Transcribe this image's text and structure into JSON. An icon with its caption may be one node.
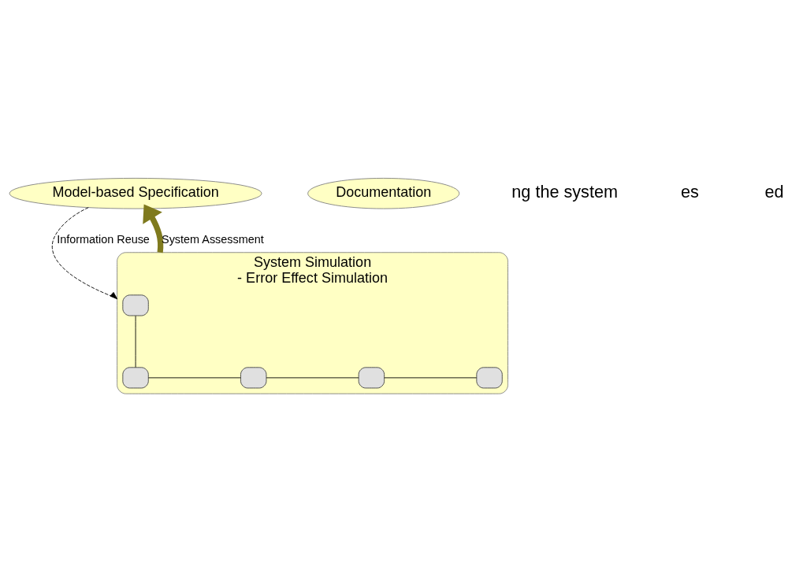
{
  "diagram": {
    "nodes": [
      {
        "text": [
          "Model-based Specification"
        ]
      },
      {
        "text": [
          "Documentation"
        ]
      },
      {
        "text": [
          "System Simulation",
          "- Error Effect Simulation"
        ]
      },
      {
        "text": [],
        "shape": "box",
        "in": 2
      },
      {
        "text": [],
        "shape": "box",
        "in": 2
      },
      {
        "text": [],
        "shape": "box",
        "in": 2
      },
      {
        "text": [],
        "shape": "box",
        "in": 2
      },
      {
        "text": [],
        "shape": "box",
        "in": 2
      }
    ],
    "edges": [
      {
        "from": 0,
        "to": 2,
        "arrow": "to",
        "label": "Information Reuse",
        "style": "dashed"
      },
      {
        "from": 2,
        "to": 0,
        "arrow": "to",
        "label": "System Assessment",
        "style": "thick",
        "color": "#7f7a1e"
      },
      {
        "from": 3,
        "to": 4,
        "arrow": "none"
      },
      {
        "from": 4,
        "to": 5,
        "arrow": "none"
      },
      {
        "from": 5,
        "to": 6,
        "arrow": "none"
      },
      {
        "from": 6,
        "to": 7,
        "arrow": "none"
      }
    ],
    "labels": [
      "ng the system",
      "es",
      "ed"
    ]
  }
}
